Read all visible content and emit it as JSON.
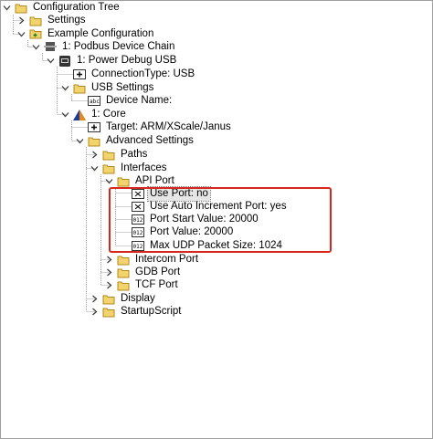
{
  "tree": {
    "root": "Configuration Tree",
    "settings": "Settings",
    "example_configuration": "Example Configuration",
    "device_chain": "1: Podbus Device Chain",
    "power_debug_usb": "1: Power Debug USB",
    "connection_type": "ConnectionType: USB",
    "usb_settings": "USB Settings",
    "device_name": "Device Name:",
    "core": "1: Core",
    "target": "Target: ARM/XScale/Janus",
    "advanced_settings": "Advanced Settings",
    "paths": "Paths",
    "interfaces": "Interfaces",
    "api_port": "API Port",
    "use_port": "Use Port: no",
    "use_auto_increment_port": "Use Auto Increment Port: yes",
    "port_start_value": "Port Start Value: 20000",
    "port_value": "Port Value: 20000",
    "max_udp_packet_size": "Max UDP Packet Size: 1024",
    "intercom_port": "Intercom Port",
    "gdb_port": "GDB Port",
    "tcf_port": "TCF Port",
    "display": "Display",
    "startup_script": "StartupScript"
  },
  "colors": {
    "folder": "#f3d36b",
    "folder_border": "#b08a1e",
    "highlight": "#d9261c",
    "tree_line": "#a0a0a0"
  },
  "icons": {
    "folder": "folder-icon",
    "folder_open": "folder-open-icon",
    "chain": "device-chain-icon",
    "usb": "usb-device-icon",
    "core": "core-triangle-icon",
    "choice": "choice-icon",
    "text": "text-field-icon",
    "checkbox": "checkbox-off-icon",
    "number": "number-field-icon"
  }
}
